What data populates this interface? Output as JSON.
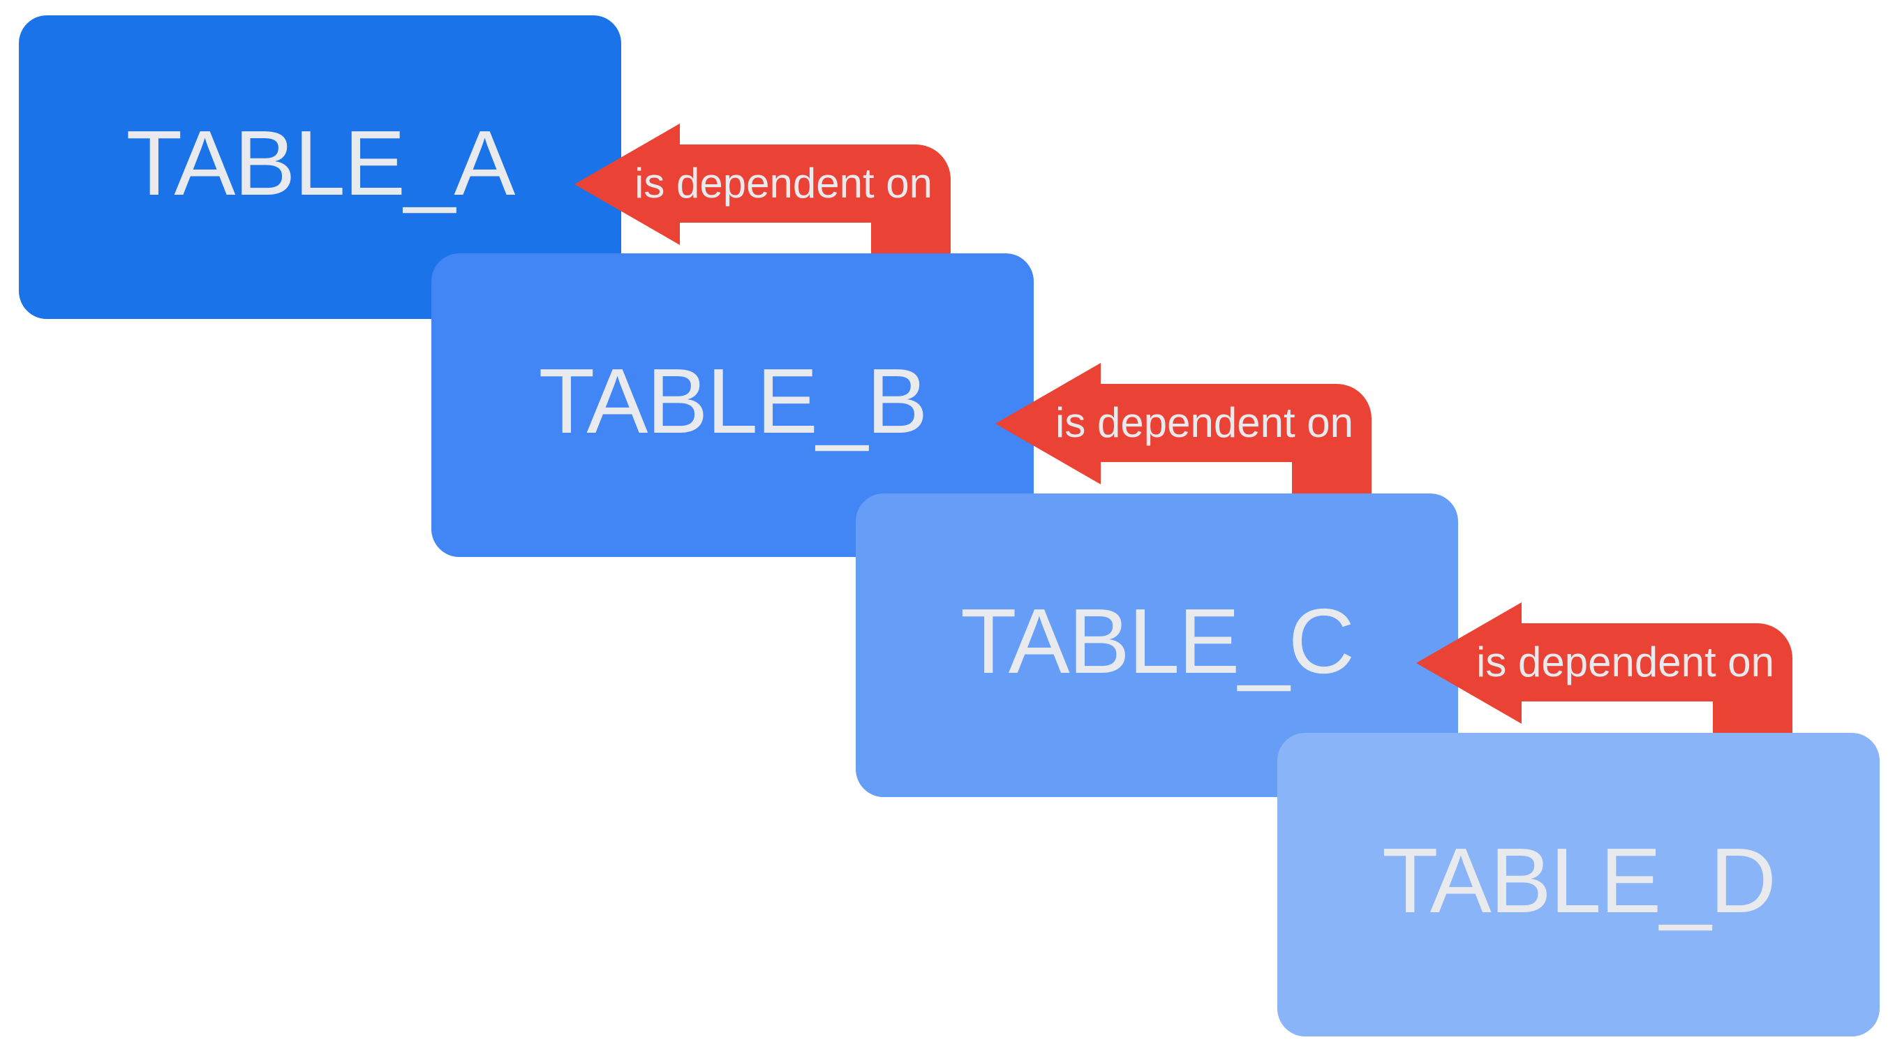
{
  "diagram": {
    "type": "dependency-chain",
    "nodes": [
      {
        "id": "table-a",
        "label": "TABLE_A",
        "color": "#1a73e8"
      },
      {
        "id": "table-b",
        "label": "TABLE_B",
        "color": "#4285f4"
      },
      {
        "id": "table-c",
        "label": "TABLE_C",
        "color": "#669df6"
      },
      {
        "id": "table-d",
        "label": "TABLE_D",
        "color": "#8ab4f8"
      }
    ],
    "edges": [
      {
        "from": "TABLE_B",
        "to": "TABLE_A",
        "label": "is dependent on"
      },
      {
        "from": "TABLE_C",
        "to": "TABLE_B",
        "label": "is dependent on"
      },
      {
        "from": "TABLE_D",
        "to": "TABLE_C",
        "label": "is dependent on"
      }
    ],
    "colors": {
      "arrow": "#ea4335",
      "label_text": "#e8eaed",
      "background": "#ffffff"
    }
  }
}
